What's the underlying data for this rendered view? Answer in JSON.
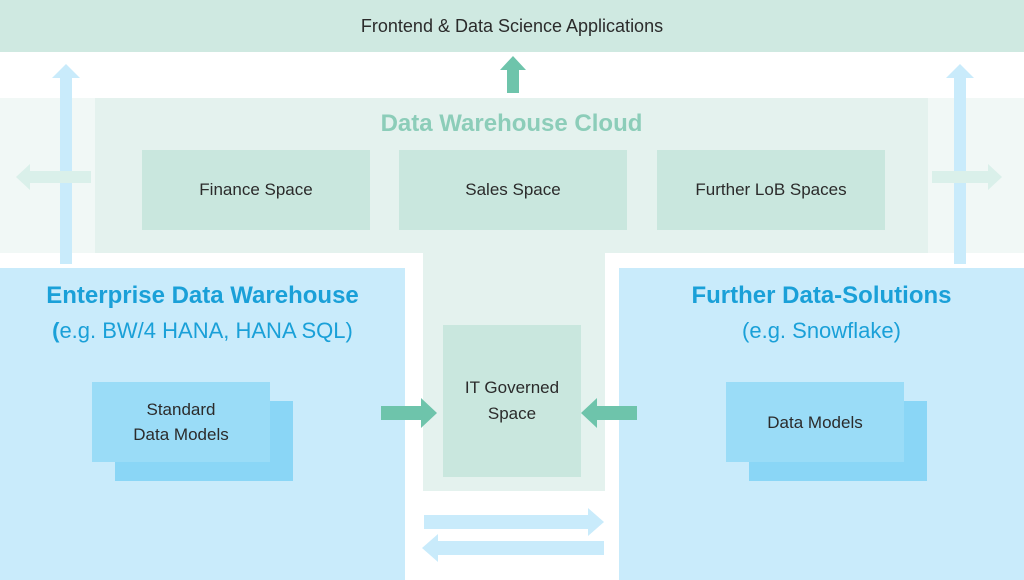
{
  "top_bar": {
    "label": "Frontend & Data Science Applications"
  },
  "dwc": {
    "title": "Data Warehouse Cloud",
    "spaces": [
      "Finance Space",
      "Sales Space",
      "Further LoB Spaces"
    ]
  },
  "edw": {
    "title": "Enterprise Data Warehouse",
    "subtitle_paren": "(",
    "subtitle_rest": "e.g. BW/4 HANA, HANA SQL)",
    "model_line1": "Standard",
    "model_line2": "Data Models"
  },
  "it_space": {
    "line1": "IT Governed",
    "line2": "Space"
  },
  "fds": {
    "title": "Further Data-Solutions",
    "subtitle": "(e.g. Snowflake)",
    "model": "Data Models"
  },
  "colors": {
    "teal_dark": "#6ec4ab",
    "teal_light": "#daf0ea",
    "blue_light": "#c9ebfb",
    "title_blue": "#1aa0d8",
    "title_teal": "#8ccdb9"
  }
}
